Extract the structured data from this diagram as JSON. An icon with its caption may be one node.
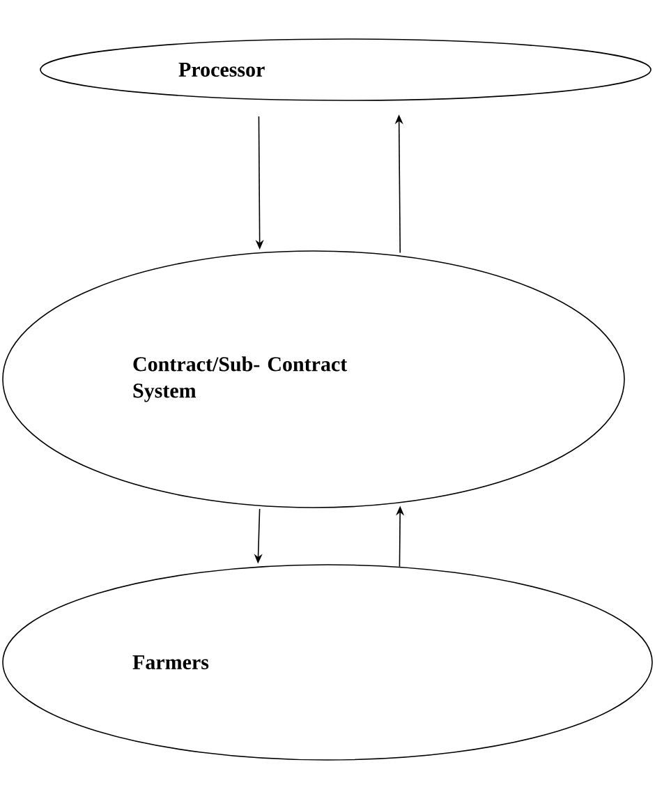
{
  "diagram": {
    "nodes": [
      {
        "text": [
          "Processor"
        ]
      },
      {
        "text": [
          "Contract/Sub- Contract System"
        ]
      },
      {
        "text": [
          "Farmers"
        ]
      }
    ],
    "edges": [
      {
        "from": 0,
        "to": 1,
        "arrow": "to"
      },
      {
        "from": 1,
        "to": 0,
        "arrow": "to"
      },
      {
        "from": 1,
        "to": 2,
        "arrow": "to"
      },
      {
        "from": 2,
        "to": 1,
        "arrow": "to"
      }
    ]
  }
}
